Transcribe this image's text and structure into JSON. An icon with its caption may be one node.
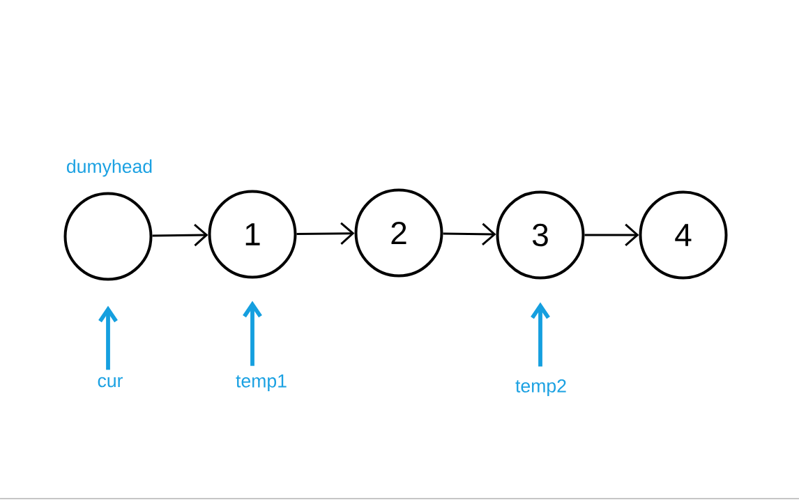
{
  "diagram": {
    "nodes": [
      {
        "text": [],
        "shape": "circle",
        "beside": [
          "dumyhead"
        ]
      },
      {
        "text": [
          "1"
        ]
      },
      {
        "text": [
          "2"
        ]
      },
      {
        "text": [
          "3"
        ]
      },
      {
        "text": [
          "4"
        ]
      },
      {
        "text": [
          "cur"
        ]
      },
      {
        "text": [
          "temp1"
        ]
      },
      {
        "text": [
          "temp2"
        ]
      }
    ],
    "edges": [
      {
        "from": 0,
        "to": 1,
        "arrow": "to"
      },
      {
        "from": 1,
        "to": 2,
        "arrow": "to"
      },
      {
        "from": 2,
        "to": 3,
        "arrow": "to"
      },
      {
        "from": 3,
        "to": 4,
        "arrow": "to"
      },
      {
        "from": 5,
        "to": 0,
        "arrow": "to",
        "style": "thick",
        "color": "#159fdf"
      },
      {
        "from": 6,
        "to": 1,
        "arrow": "to",
        "style": "thick",
        "color": "#159fdf"
      },
      {
        "from": 7,
        "to": 3,
        "arrow": "to",
        "style": "thick",
        "color": "#159fdf"
      }
    ]
  }
}
